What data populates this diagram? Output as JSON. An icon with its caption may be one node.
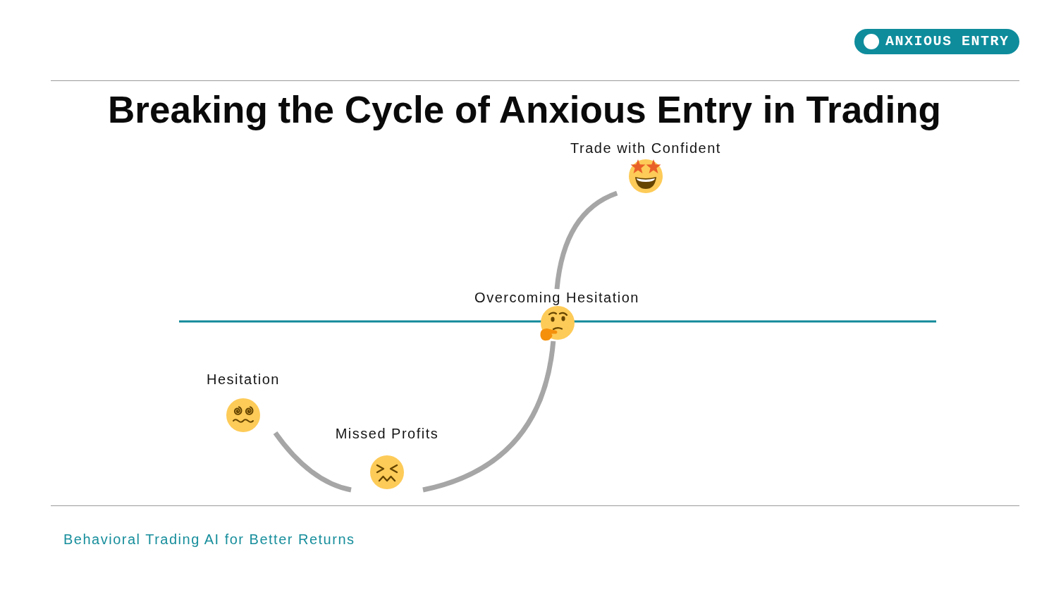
{
  "diagram": {
    "title": "Breaking the Cycle of Anxious Entry in Trading",
    "nodes": [
      {
        "text": [
          "Hesitation"
        ]
      },
      {
        "text": [
          "Missed Profits"
        ]
      },
      {
        "text": [
          "Overcoming Hesitation"
        ]
      },
      {
        "text": [
          "Trade with Confident"
        ]
      }
    ],
    "edges": [
      {
        "from": 0,
        "to": 1,
        "arrow": "none"
      },
      {
        "from": 1,
        "to": 2,
        "arrow": "none"
      },
      {
        "from": 2,
        "to": 3,
        "arrow": "none"
      }
    ],
    "labels": [
      "ANXIOUS ENTRY",
      "Behavioral Trading AI for Better Returns"
    ]
  }
}
